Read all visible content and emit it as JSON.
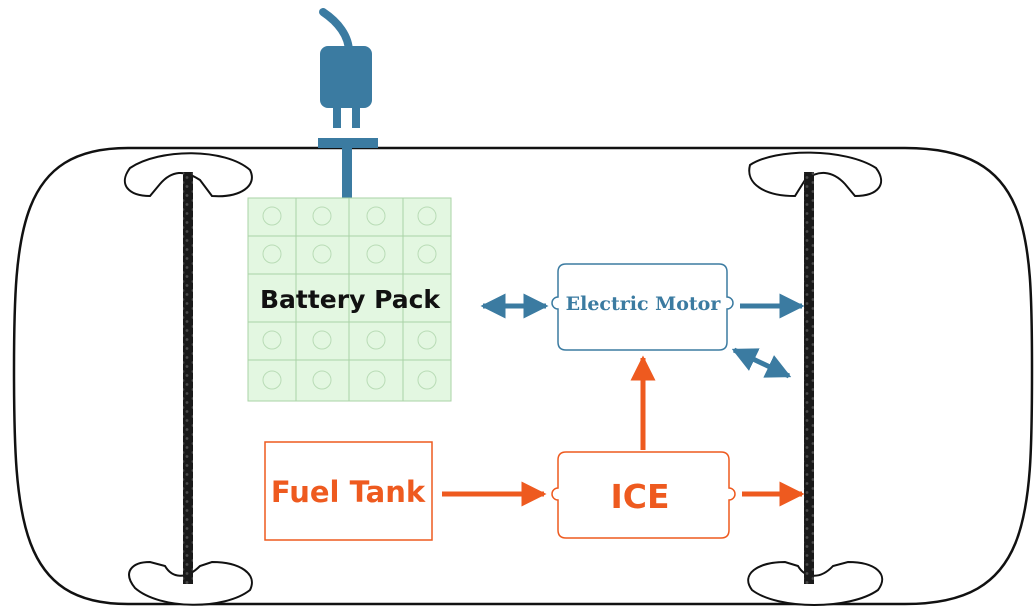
{
  "labels": {
    "battery_pack": "Battery Pack",
    "electric_motor": "Electric Motor",
    "fuel_tank": "Fuel Tank",
    "ice": "ICE"
  },
  "colors": {
    "electric": "#3b7ba1",
    "combustion": "#ee5a1f",
    "battery_fill": "#e3f7e1",
    "battery_line": "#a9d3a6",
    "car_outline": "#111111"
  },
  "icons": {
    "plug": "plug-icon",
    "wheel": "wheel-icon"
  }
}
